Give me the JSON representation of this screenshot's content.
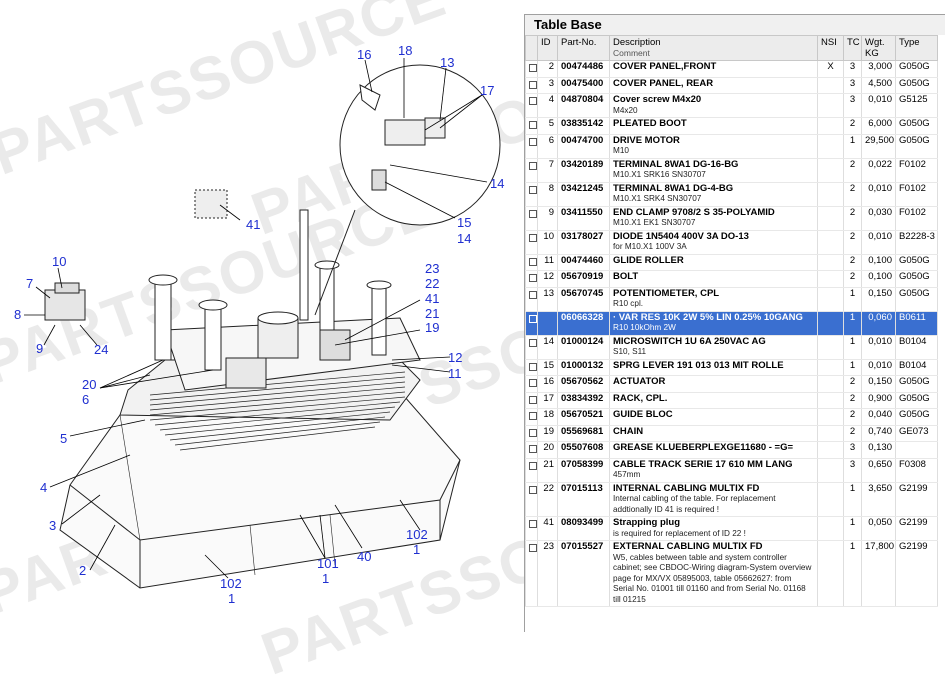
{
  "watermark": "PARTSSOURCE",
  "diagram": {
    "callouts": [
      "16",
      "18",
      "13",
      "17",
      "14",
      "15",
      "14",
      "41",
      "10",
      "7",
      "8",
      "9",
      "24",
      "23",
      "22",
      "41",
      "21",
      "19",
      "12",
      "11",
      "20",
      "6",
      "5",
      "4",
      "3",
      "2",
      "102",
      "1",
      "101",
      "1",
      "40",
      "102",
      "1"
    ]
  },
  "table": {
    "title": "Table Base",
    "headers": {
      "id": "ID",
      "partno": "Part-No.",
      "description": "Description",
      "comment": "Comment",
      "nsi": "NSI",
      "tc": "TC",
      "wgt": "Wgt.",
      "wgt_unit": "KG",
      "type": "Type"
    },
    "rows": [
      {
        "id": "2",
        "partno": "00474486",
        "desc": "COVER PANEL,FRONT",
        "comment": "",
        "nsi": "X",
        "tc": "3",
        "wgt": "3,000",
        "type": "G050G"
      },
      {
        "id": "3",
        "partno": "00475400",
        "desc": "COVER PANEL, REAR",
        "comment": "",
        "nsi": "",
        "tc": "3",
        "wgt": "4,500",
        "type": "G050G"
      },
      {
        "id": "4",
        "partno": "04870804",
        "desc": "Cover screw M4x20",
        "comment": "M4x20",
        "nsi": "",
        "tc": "3",
        "wgt": "0,010",
        "type": "G5125"
      },
      {
        "id": "5",
        "partno": "03835142",
        "desc": "PLEATED BOOT",
        "comment": "",
        "nsi": "",
        "tc": "2",
        "wgt": "6,000",
        "type": "G050G"
      },
      {
        "id": "6",
        "partno": "00474700",
        "desc": "DRIVE MOTOR",
        "comment": "M10",
        "nsi": "",
        "tc": "1",
        "wgt": "29,500",
        "type": "G050G"
      },
      {
        "id": "7",
        "partno": "03420189",
        "desc": "TERMINAL 8WA1 DG-16-BG",
        "comment": "M10.X1 SRK16 SN30707",
        "nsi": "",
        "tc": "2",
        "wgt": "0,022",
        "type": "F0102"
      },
      {
        "id": "8",
        "partno": "03421245",
        "desc": "TERMINAL 8WA1 DG-4-BG",
        "comment": "M10.X1 SRK4 SN30707",
        "nsi": "",
        "tc": "2",
        "wgt": "0,010",
        "type": "F0102"
      },
      {
        "id": "9",
        "partno": "03411550",
        "desc": "END CLAMP 9708/2 S 35-POLYAMID",
        "comment": "M10.X1 EK1 SN30707",
        "nsi": "",
        "tc": "2",
        "wgt": "0,030",
        "type": "F0102"
      },
      {
        "id": "10",
        "partno": "03178027",
        "desc": "DIODE 1N5404 400V 3A DO-13",
        "comment": "for M10.X1 100V 3A",
        "nsi": "",
        "tc": "2",
        "wgt": "0,010",
        "type": "B2228-3"
      },
      {
        "id": "11",
        "partno": "00474460",
        "desc": "GLIDE ROLLER",
        "comment": "",
        "nsi": "",
        "tc": "2",
        "wgt": "0,100",
        "type": "G050G"
      },
      {
        "id": "12",
        "partno": "05670919",
        "desc": "BOLT",
        "comment": "",
        "nsi": "",
        "tc": "2",
        "wgt": "0,100",
        "type": "G050G"
      },
      {
        "id": "13",
        "partno": "05670745",
        "desc": "POTENTIOMETER, CPL",
        "comment": "R10 cpl.",
        "nsi": "",
        "tc": "1",
        "wgt": "0,150",
        "type": "G050G"
      },
      {
        "id": "",
        "partno": "06066328",
        "desc": "· VAR RES 10K 2W 5% LIN 0.25% 10GANG",
        "comment": "R10 10kOhm 2W",
        "nsi": "",
        "tc": "1",
        "wgt": "0,060",
        "type": "B0611",
        "selected": true
      },
      {
        "id": "14",
        "partno": "01000124",
        "desc": "MICROSWITCH 1U 6A 250VAC AG",
        "comment": "S10, S11",
        "nsi": "",
        "tc": "1",
        "wgt": "0,010",
        "type": "B0104"
      },
      {
        "id": "15",
        "partno": "01000132",
        "desc": "SPRG LEVER 191 013 013 MIT ROLLE",
        "comment": "",
        "nsi": "",
        "tc": "1",
        "wgt": "0,010",
        "type": "B0104"
      },
      {
        "id": "16",
        "partno": "05670562",
        "desc": "ACTUATOR",
        "comment": "",
        "nsi": "",
        "tc": "2",
        "wgt": "0,150",
        "type": "G050G"
      },
      {
        "id": "17",
        "partno": "03834392",
        "desc": "RACK, CPL.",
        "comment": "",
        "nsi": "",
        "tc": "2",
        "wgt": "0,900",
        "type": "G050G"
      },
      {
        "id": "18",
        "partno": "05670521",
        "desc": "GUIDE BLOC",
        "comment": "",
        "nsi": "",
        "tc": "2",
        "wgt": "0,040",
        "type": "G050G"
      },
      {
        "id": "19",
        "partno": "05569681",
        "desc": "CHAIN",
        "comment": "",
        "nsi": "",
        "tc": "2",
        "wgt": "0,740",
        "type": "GE073"
      },
      {
        "id": "20",
        "partno": "05507608",
        "desc": "GREASE KLUEBERPLEXGE11680 - =G=",
        "comment": "",
        "nsi": "",
        "tc": "3",
        "wgt": "0,130",
        "type": ""
      },
      {
        "id": "21",
        "partno": "07058399",
        "desc": "CABLE TRACK SERIE 17 610 MM LANG",
        "comment": "457mm",
        "nsi": "",
        "tc": "3",
        "wgt": "0,650",
        "type": "F0308"
      },
      {
        "id": "22",
        "partno": "07015113",
        "desc": "INTERNAL CABLING MULTIX FD",
        "comment": "Internal cabling of the table. For replacement addtionally ID 41 is required !",
        "nsi": "",
        "tc": "1",
        "wgt": "3,650",
        "type": "G2199"
      },
      {
        "id": "41",
        "partno": "08093499",
        "desc": "Strapping plug",
        "comment": "is required for replacement of ID 22 !",
        "nsi": "",
        "tc": "1",
        "wgt": "0,050",
        "type": "G2199"
      },
      {
        "id": "23",
        "partno": "07015527",
        "desc": "EXTERNAL CABLING MULTIX FD",
        "comment": "W5, cables between table and system controller cabinet; see CBDOC-Wiring diagram-System overview page  for MX/VX 05895003, table 05662627: from Serial No. 01001 till 01160 and from Serial No. 01168 till 01215",
        "nsi": "",
        "tc": "1",
        "wgt": "17,800",
        "type": "G2199"
      }
    ]
  }
}
